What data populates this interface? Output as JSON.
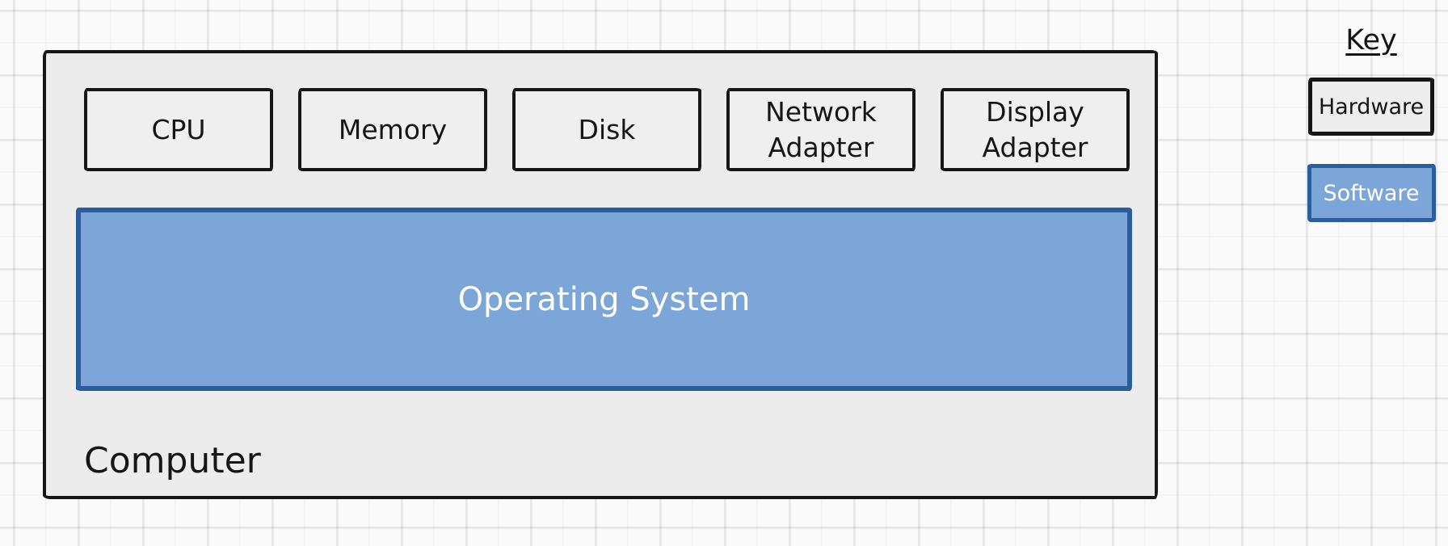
{
  "diagram": {
    "computer": {
      "label": "Computer",
      "hardware": [
        {
          "label": "CPU"
        },
        {
          "label": "Memory"
        },
        {
          "label": "Disk"
        },
        {
          "label": "Network Adapter"
        },
        {
          "label": "Display Adapter"
        }
      ],
      "software": [
        {
          "label": "Operating System"
        }
      ]
    },
    "key": {
      "title": "Key",
      "items": [
        {
          "label": "Hardware",
          "fill": "#ececec",
          "border": "#161616"
        },
        {
          "label": "Software",
          "fill": "#7da6d8",
          "border": "#2a5d9b"
        }
      ]
    },
    "colors": {
      "canvas_background": "#fafafa",
      "grid_line": "#ededed",
      "hardware_fill": "#ececec",
      "hardware_border": "#161616",
      "software_fill": "#7da6d8",
      "software_border": "#2a5d9b",
      "software_text": "#ffffff",
      "text": "#161616"
    }
  }
}
